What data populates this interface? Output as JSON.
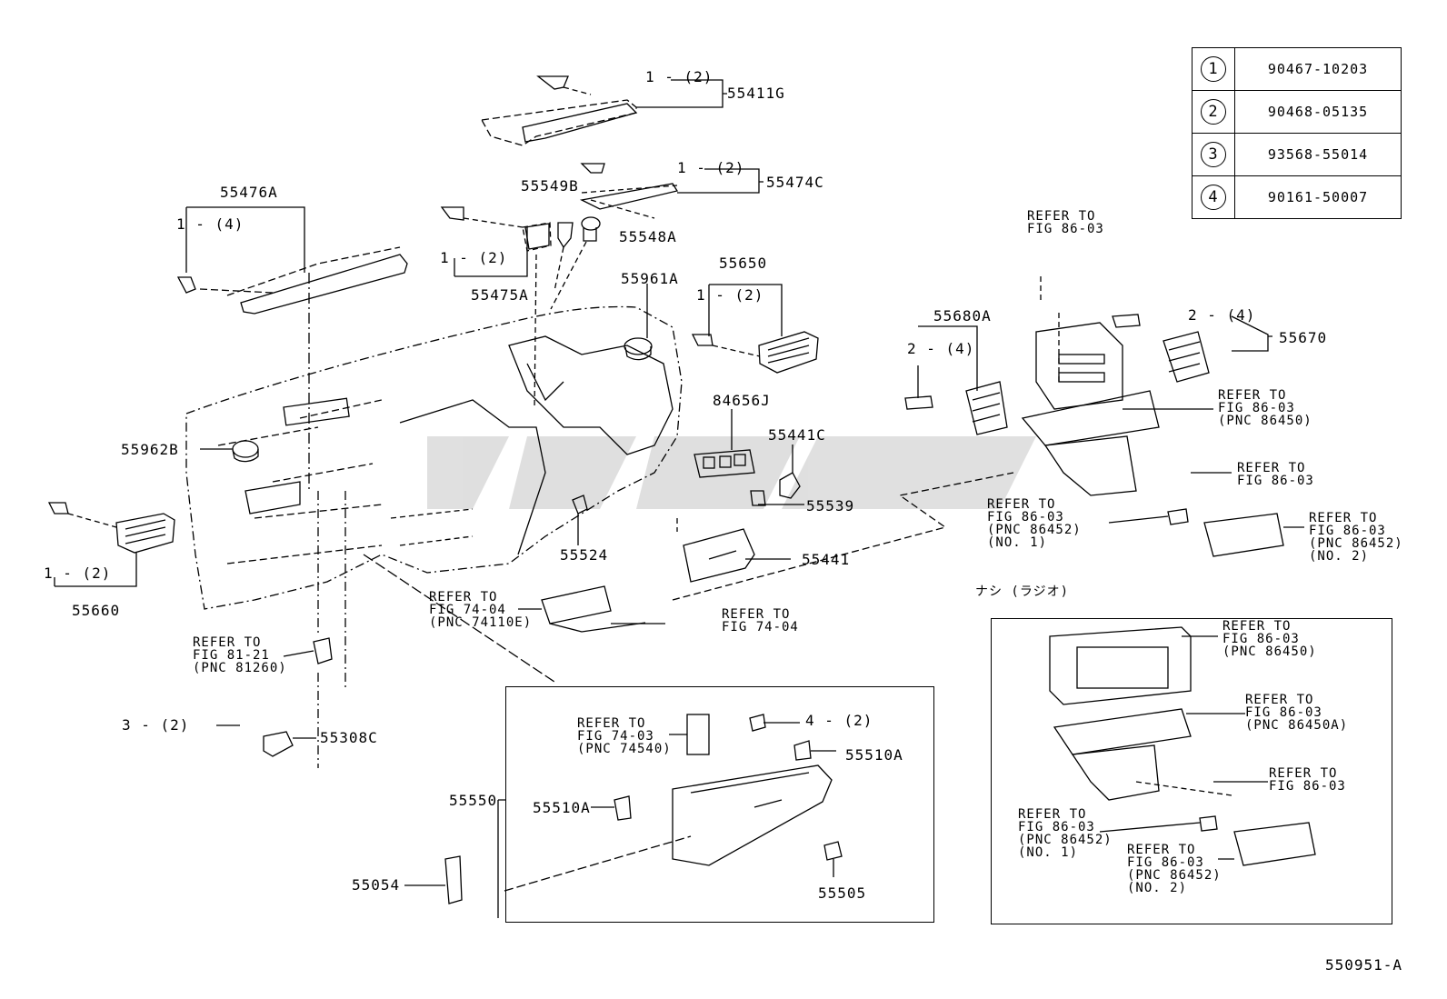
{
  "fasteners": [
    {
      "mark": "1",
      "part": "90467-10203"
    },
    {
      "mark": "2",
      "part": "90468-05135"
    },
    {
      "mark": "3",
      "part": "93568-55014"
    },
    {
      "mark": "4",
      "part": "90161-50007"
    }
  ],
  "labels": {
    "p55411G": "55411G",
    "p55474C": "55474C",
    "p55476A": "55476A",
    "p55549B": "55549B",
    "p55548A": "55548A",
    "p55475A": "55475A",
    "p55961A": "55961A",
    "p55650": "55650",
    "p55680A": "55680A",
    "p55670": "55670",
    "p84656J": "84656J",
    "p55441C": "55441C",
    "p55962B": "55962B",
    "p55539": "55539",
    "p55524": "55524",
    "p55441": "55441",
    "p55660": "55660",
    "p55308C": "55308C",
    "p55550": "55550",
    "p55510A_1": "55510A",
    "p55510A_2": "55510A",
    "p55054": "55054",
    "p55505": "55505"
  },
  "qty": {
    "q1_2a": "1 - (2)",
    "q1_2b": "1 - (2)",
    "q1_4": "1 - (4)",
    "q1_2c": "1 - (2)",
    "q1_2d": "1 - (2)",
    "q1_2e": "1 - (2)",
    "q2_4a": "2 - (4)",
    "q2_4b": "2 - (4)",
    "q3_2": "3 - (2)",
    "q4_2": "4 - (2)"
  },
  "refs": {
    "r_top_s": "REFER TO\nFIG 86-03",
    "r_86450": "REFER TO\nFIG 86-03\n(PNC 86450)",
    "r_s_right": "REFER TO\nFIG 86-03",
    "r_86452_1": "REFER TO\nFIG 86-03\n(PNC 86452)\n(NO. 1)",
    "r_86452_2": "REFER TO\nFIG 86-03\n(PNC 86452)\n(NO. 2)",
    "r_74110E": "REFER TO\nFIG 74-04\n(PNC 74110E)",
    "r_74_04": "REFER TO\nFIG 74-04",
    "r_81260": "REFER TO\nFIG 81-21\n(PNC 81260)",
    "r_74540": "REFER TO\nFIG 74-03\n(PNC 74540)",
    "b_86450": "REFER TO\nFIG 86-03\n(PNC 86450)",
    "b_86450A": "REFER TO\nFIG 86-03\n(PNC 86450A)",
    "b_s": "REFER TO\nFIG 86-03",
    "b_86452_1": "REFER TO\nFIG 86-03\n(PNC 86452)\n(NO. 1)",
    "b_86452_2": "REFER TO\nFIG 86-03\n(PNC 86452)\n(NO. 2)"
  },
  "variant_title": "ナシ (ラジオ)",
  "diagram_code": "550951-A"
}
